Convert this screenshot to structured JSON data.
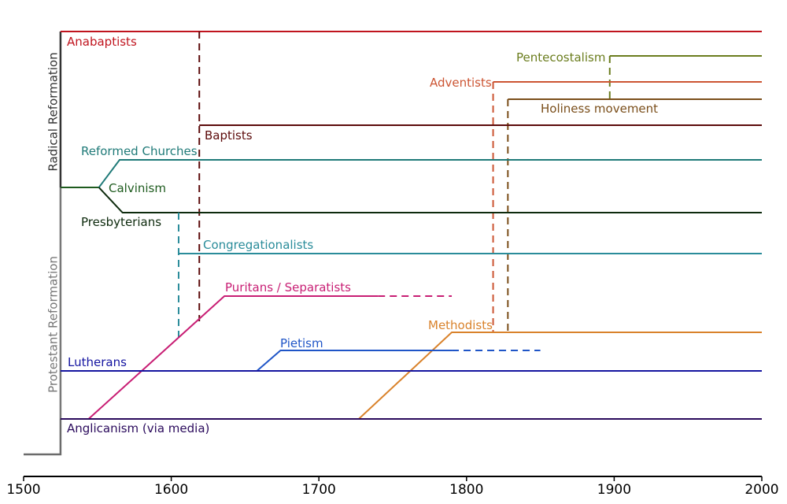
{
  "chart_data": {
    "type": "line",
    "title": "",
    "xlabel": "",
    "ylabel": "",
    "xlim": [
      1500,
      2000
    ],
    "x_ticks": [
      1500,
      1600,
      1700,
      1800,
      1900,
      2000
    ],
    "grid": false,
    "vertical_labels": [
      {
        "name": "Radical Reformation",
        "color": "#333333"
      },
      {
        "name": "Protestant Reformation",
        "color": "#777777"
      }
    ],
    "branches": [
      {
        "name": "Anabaptists",
        "color": "#c0141e"
      },
      {
        "name": "Pentecostalism",
        "color": "#6b7d1e"
      },
      {
        "name": "Adventists",
        "color": "#cc5533"
      },
      {
        "name": "Holiness movement",
        "color": "#7a4e1a"
      },
      {
        "name": "Baptists",
        "color": "#5c0a0a"
      },
      {
        "name": "Reformed Churches",
        "color": "#1f7a78"
      },
      {
        "name": "Calvinism",
        "color": "#1e5b1e"
      },
      {
        "name": "Presbyterians",
        "color": "#0d2a0d"
      },
      {
        "name": "Congregationalists",
        "color": "#2a8c9a"
      },
      {
        "name": "Puritans / Separatists",
        "color": "#c81e74"
      },
      {
        "name": "Methodists",
        "color": "#d9822b"
      },
      {
        "name": "Pietism",
        "color": "#1f55c7"
      },
      {
        "name": "Lutherans",
        "color": "#1414a0"
      },
      {
        "name": "Anglicanism (via media)",
        "color": "#2a0a5c"
      }
    ]
  }
}
